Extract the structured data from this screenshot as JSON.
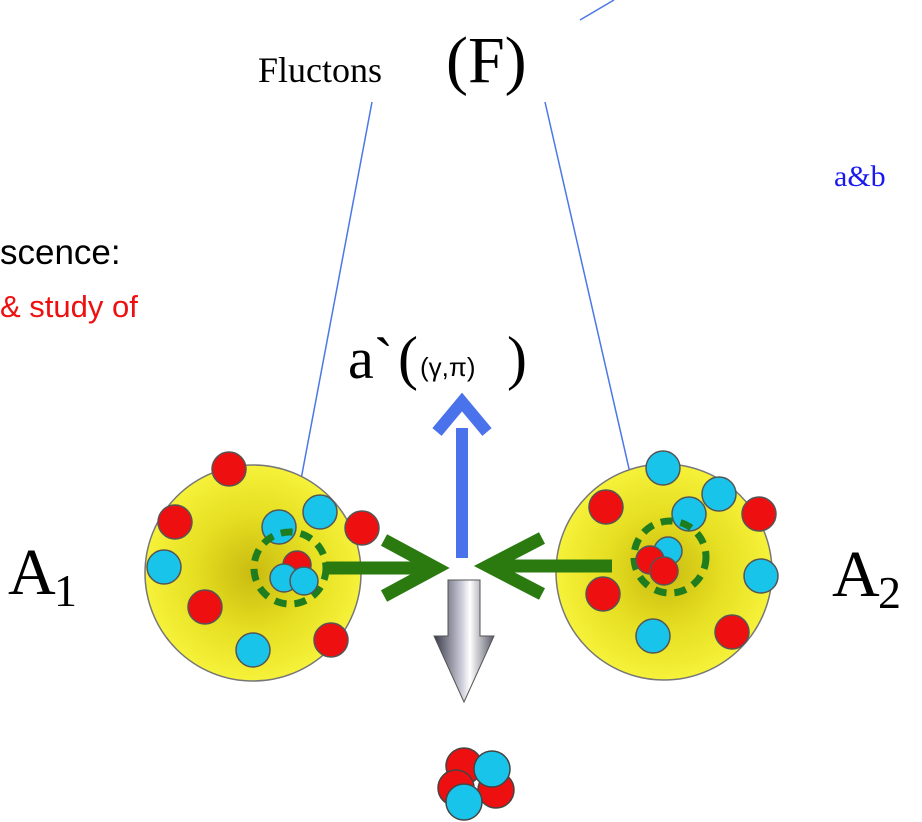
{
  "title": {
    "label": "Fluctons",
    "symbol": "(F)"
  },
  "left_text": {
    "line1": "scence:",
    "line2": "& study of"
  },
  "right_text": "a&b",
  "emitted": {
    "main": "a`",
    "sub": "(γ,π)"
  },
  "nucleus_left": {
    "letter": "A",
    "index": "1"
  },
  "nucleus_right": {
    "letter": "A",
    "index": "2"
  },
  "colors": {
    "nucleus_fill": "#f2ee2e",
    "nucleus_core": "#cdbf12",
    "proton": "#ee1010",
    "neutron": "#18c4ea",
    "flucton_ring": "#1f7d1f",
    "collision_arrow": "#2a7a10",
    "emission_arrow": "#4a72ea",
    "pointer_line": "#4a78e6",
    "right_text": "#1a1aee",
    "left_text_line2": "#ee1010"
  }
}
